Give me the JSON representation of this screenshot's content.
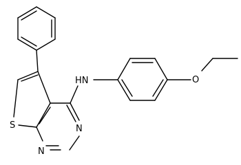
{
  "molecule": {
    "atoms": {
      "s": "S",
      "n_ring_top": "N",
      "n_ring_bottom": "N",
      "nh": "HN",
      "o": "O"
    },
    "colors": {
      "bond": "#000000",
      "label": "#000000",
      "background": "#ffffff"
    }
  }
}
